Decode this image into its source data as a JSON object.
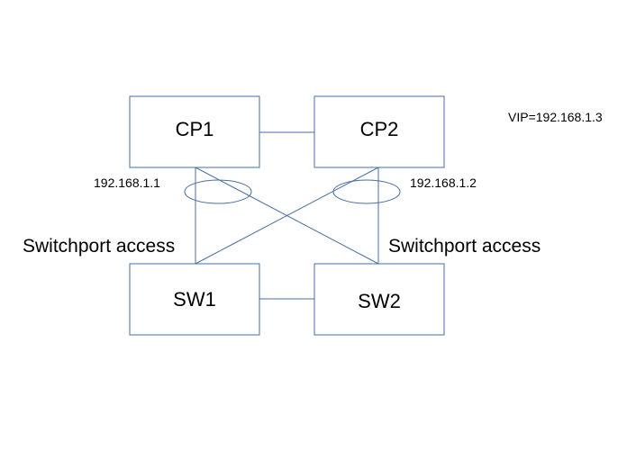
{
  "colors": {
    "line": "#4a6fa5",
    "box_border": "#4a6fa5",
    "background": "#ffffff",
    "text": "#000000"
  },
  "nodes": {
    "cp1": "CP1",
    "cp2": "CP2",
    "sw1": "SW1",
    "sw2": "SW2"
  },
  "addresses": {
    "cp1_ip": "192.168.1.1",
    "cp2_ip": "192.168.1.2",
    "vip": "VIP=192.168.1.3"
  },
  "ports": {
    "left": "Switchport access",
    "right": "Switchport access"
  }
}
